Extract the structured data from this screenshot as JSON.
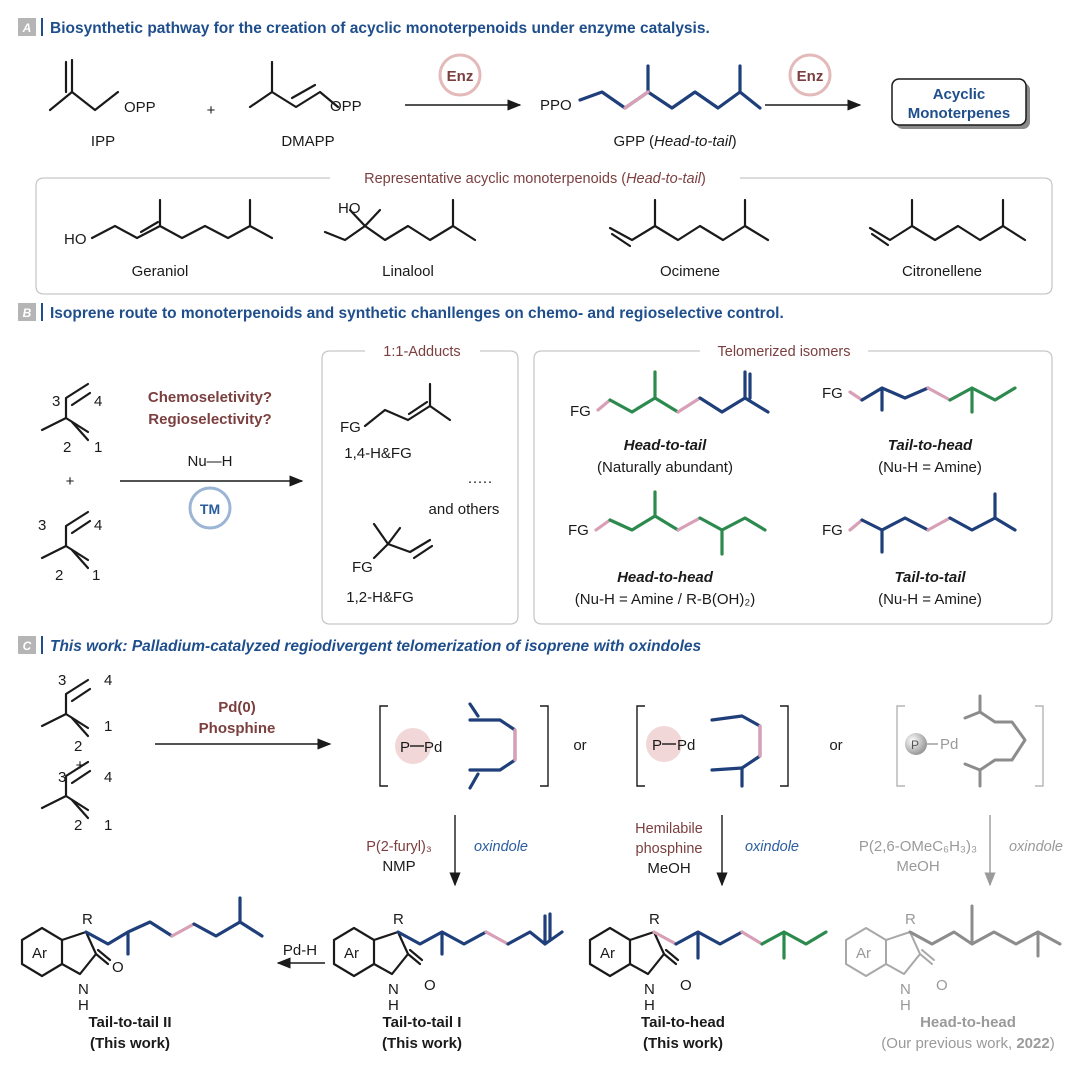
{
  "sections": {
    "a": {
      "tag": "A",
      "title": "Biosynthetic pathway for the creation of acyclic monoterpenoids under enzyme catalysis."
    },
    "b": {
      "tag": "B",
      "title": "Isoprene route to monoterpenoids and synthetic chanllenges on chemo- and regioselective control."
    },
    "c": {
      "tag": "C",
      "title": "This work: Palladium-catalyzed regiodivergent telomerization of isoprene with oxindoles"
    }
  },
  "panel_a": {
    "ipp": "IPP",
    "dmapp": "DMAPP",
    "plus": "+",
    "opp": "OPP",
    "ppo": "PPO",
    "enz": "Enz",
    "gpp_prefix": "GPP (",
    "gpp_italic": "Head-to-tail",
    "gpp_suffix": ")",
    "product_line1": "Acyclic",
    "product_line2": "Monoterpenes",
    "box_title_prefix": "Representative acyclic monoterpenoids (",
    "box_title_italic": "Head-to-tail",
    "box_title_suffix": ")",
    "ho": "HO",
    "compounds": [
      "Geraniol",
      "Linalool",
      "Ocimene",
      "Citronellene"
    ]
  },
  "panel_b": {
    "question1": "Chemoseletivity?",
    "question2": "Regioselectivity?",
    "reagent": "Nu—H",
    "catalyst": "TM",
    "plus": "+",
    "n1": "1",
    "n2": "2",
    "n3": "3",
    "n4": "4",
    "adducts_title": "1:1-Adducts",
    "fg": "FG",
    "adduct14": "1,4-H&FG",
    "adduct12": "1,2-H&FG",
    "dots": "·····",
    "others": "and others",
    "telomer_title": "Telomerized isomers",
    "isomers": [
      {
        "name": "Head-to-tail",
        "note": "(Naturally abundant)"
      },
      {
        "name": "Tail-to-head",
        "note": "(Nu-H = Amine)"
      },
      {
        "name": "Head-to-head",
        "note": "(Nu-H = Amine / R-B(OH)₂)"
      },
      {
        "name": "Tail-to-tail",
        "note": "(Nu-H = Amine)"
      }
    ]
  },
  "panel_c": {
    "cat1": "Pd(0)",
    "cat2": "Phosphine",
    "or": "or",
    "p": "P",
    "pd": "Pd",
    "cond1_line1": "P(2-furyl)₃",
    "cond1_line2": "NMP",
    "cond2_line1": "Hemilabile",
    "cond2_line2": "phosphine",
    "cond2_line3": "MeOH",
    "cond3_line1": "P(2,6-OMeC₆H₃)₃",
    "cond3_line2": "MeOH",
    "oxindole": "oxindole",
    "pdh": "Pd-H",
    "ar": "Ar",
    "r": "R",
    "nh_n": "N",
    "nh_h": "H",
    "o": "O",
    "products": [
      {
        "name": "Tail-to-tail II",
        "note": "(This work)"
      },
      {
        "name": "Tail-to-tail I",
        "note": "(This work)"
      },
      {
        "name": "Tail-to-head",
        "note": "(This work)"
      },
      {
        "name": "Head-to-head",
        "note_prefix": "(Our previous work, ",
        "note_year": "2022",
        "note_suffix": ")"
      }
    ]
  }
}
